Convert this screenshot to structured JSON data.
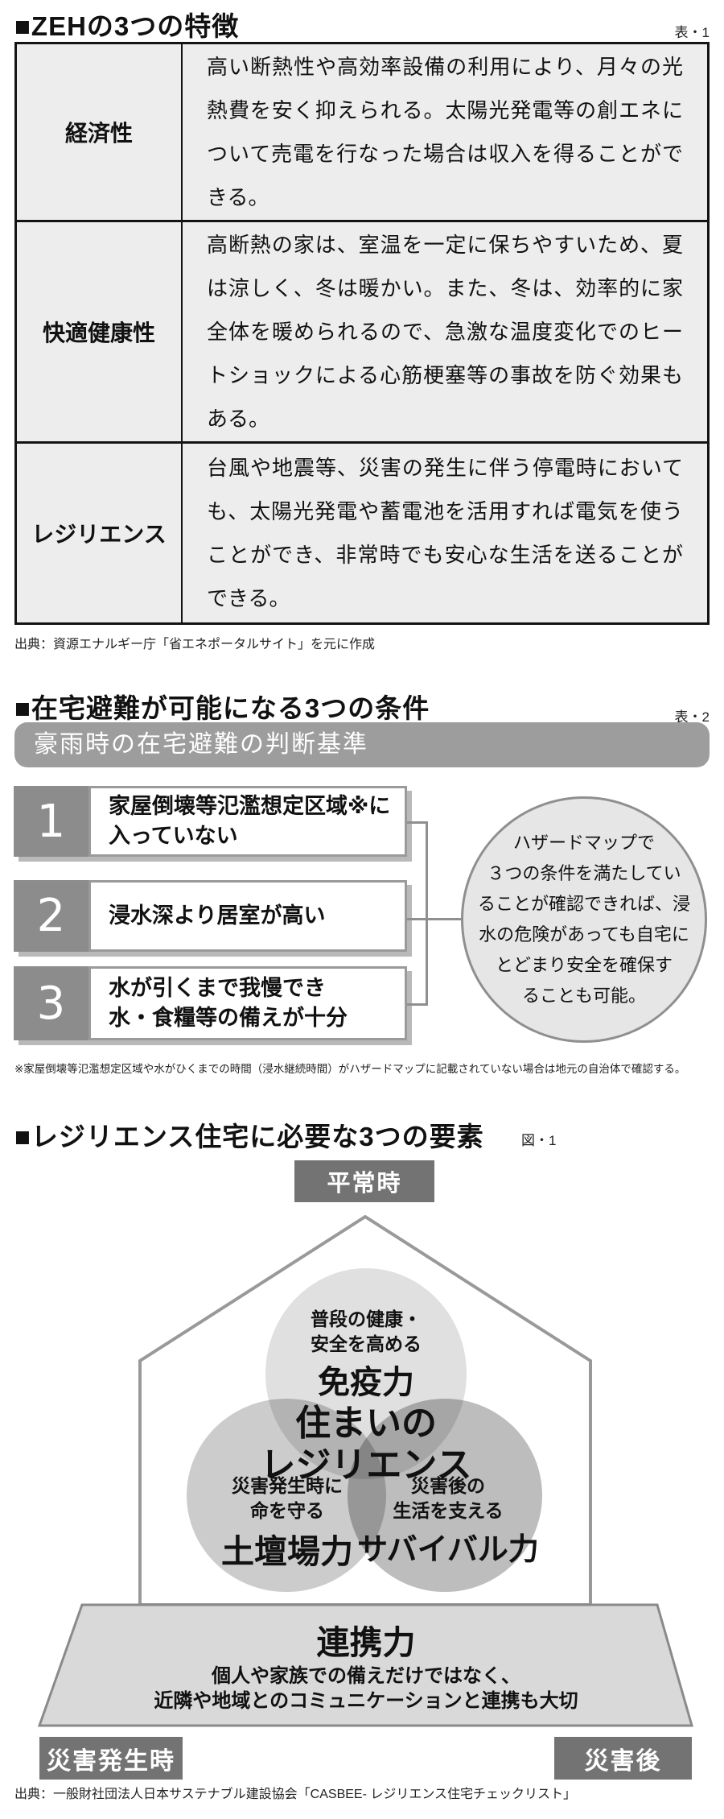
{
  "palette": {
    "table-bg": "#ededed",
    "banner-gray": "#9d9d9d",
    "numbox-gray": "#8c8c8c",
    "darklabel-gray": "#737373",
    "bubble-fill": "#e6e6e6",
    "line-gray": "#8f8f8f",
    "base-fill": "#d9d9d9",
    "venn-top": "#e0e0e0",
    "venn-left": "#cccccc",
    "venn-right": "#bdbdbd"
  },
  "section1": {
    "title": "■ZEHの3つの特徴",
    "caption": "表・1",
    "table": {
      "rows": [
        {
          "label": "経済性",
          "text": "高い断熱性や高効率設備の利用により、月々の光熱費を安く抑えられる。太陽光発電等の創エネについて売電を行なった場合は収入を得ることができる。"
        },
        {
          "label": "快適健康性",
          "text": "高断熱の家は、室温を一定に保ちやすいため、夏は涼しく、冬は暖かい。また、冬は、効率的に家全体を暖められるので、急激な温度変化でのヒートショックによる心筋梗塞等の事故を防ぐ効果もある。"
        },
        {
          "label": "レジリエンス",
          "text": "台風や地震等、災害の発生に伴う停電時においても、太陽光発電や蓄電池を活用すれば電気を使うことができ、非常時でも安心な生活を送ることができる。"
        }
      ]
    },
    "source": "出典：資源エナルギー庁「省エネポータルサイト」を元に作成"
  },
  "section2": {
    "title": "■在宅避難が可能になる3つの条件",
    "caption": "表・2",
    "banner": "豪雨時の在宅避難の判断基準",
    "conditions": [
      {
        "number": "1",
        "text": "家屋倒壊等氾濫想定区域※に\n入っていない"
      },
      {
        "number": "2",
        "text": "浸水深より居室が高い"
      },
      {
        "number": "3",
        "text": "水が引くまで我慢でき\n水・食糧等の備えが十分"
      }
    ],
    "bubble": "ハザードマップで\n３つの条件を満たしてい\nることが確認できれば、浸\n水の危険があっても自宅に\nとどまり安全を確保す\nることも可能。",
    "footnote": "※家屋倒壊等氾濫想定区域や水がひくまでの時間（浸水継続時間）がハザードマップに記載されていない場合は地元の自治体で確認する。"
  },
  "section3": {
    "title": "■レジリエンス住宅に必要な3つの要素",
    "caption": "図・1",
    "top_label": "平常時",
    "venn": {
      "center": "住まいの\nレジリエンス",
      "top": {
        "desc": "普段の健康・\n安全を高める",
        "name": "免疫力"
      },
      "left": {
        "desc": "災害発生時に\n命を守る",
        "name": "土壇場力"
      },
      "right": {
        "desc": "災害後の\n生活を支える",
        "name": "サバイバル力"
      }
    },
    "base": {
      "name": "連携力",
      "desc": "個人や家族での備えだけではなく、\n近隣や地域とのコミュニケーションと連携も大切"
    },
    "bottom_left_label": "災害発生時",
    "bottom_right_label": "災害後",
    "source": "出典：一般財社団法人日本サステナブル建設協会「CASBEE- レジリエンス住宅チェックリスト」"
  }
}
